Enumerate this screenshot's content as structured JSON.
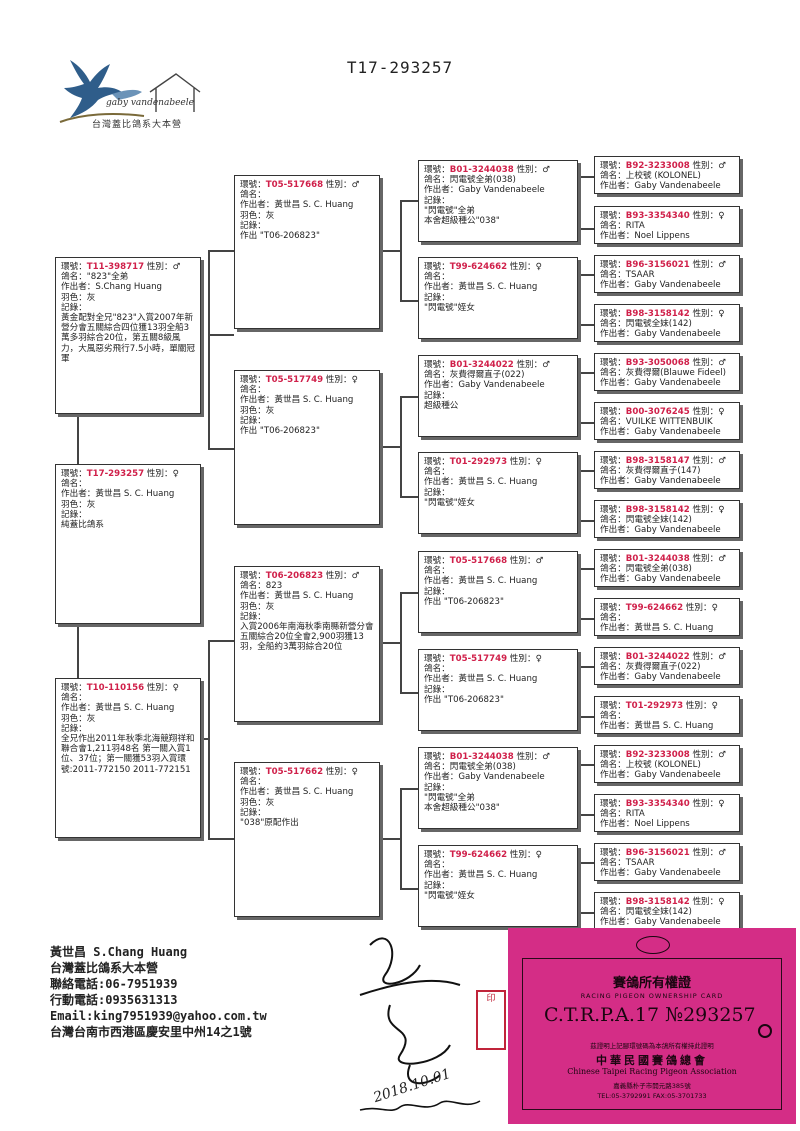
{
  "doc_title": "T17-293257",
  "logo": {
    "script": "gaby vandenabeele",
    "subtitle": "台灣蓋比鴿系大本營"
  },
  "boxes": {
    "g1a": {
      "lines": [
        {
          "p": "環號：",
          "r": "T11-398717",
          "s": " 性別：♂"
        },
        {
          "t": "鴿名：\"823\"全弟"
        },
        {
          "t": "作出者：S.Chang Huang"
        },
        {
          "t": "羽色：灰"
        },
        {
          "t": "記錄："
        },
        {
          "t": "黃金配對全兄\"823\"入賞2007年新營分會五關綜合四位獲13羽全船3萬多羽綜合20位，第五關8級風力，大風惡劣飛行7.5小時，單關冠軍",
          "w": true
        }
      ]
    },
    "g1b": {
      "lines": [
        {
          "p": "環號：",
          "r": "T17-293257",
          "s": " 性別：♀"
        },
        {
          "t": "鴿名："
        },
        {
          "t": "作出者：黃世昌 S. C. Huang"
        },
        {
          "t": "羽色：灰"
        },
        {
          "t": "記錄："
        },
        {
          "t": "純蓋比鴿系"
        }
      ]
    },
    "g1c": {
      "lines": [
        {
          "p": "環號：",
          "r": "T10-110156",
          "s": " 性別：♀"
        },
        {
          "t": "鴿名："
        },
        {
          "t": "作出者：黃世昌 S. C. Huang"
        },
        {
          "t": "羽色：灰"
        },
        {
          "t": "記錄："
        },
        {
          "t": "全兄作出2011年秋季北海競翔祥和聯合會1,211羽48名 第一關入賞1位、37位；第一關獲53羽入賞環號:2011-772150 2011-772151",
          "w": true
        }
      ]
    },
    "g2a": {
      "lines": [
        {
          "p": "環號：",
          "r": "T05-517668",
          "s": " 性別：♂"
        },
        {
          "t": "鴿名："
        },
        {
          "t": "作出者：黃世昌 S. C. Huang"
        },
        {
          "t": "羽色：灰"
        },
        {
          "t": "記錄："
        },
        {
          "t": "作出 \"T06-206823\""
        }
      ]
    },
    "g2b": {
      "lines": [
        {
          "p": "環號：",
          "r": "T05-517749",
          "s": " 性別：♀"
        },
        {
          "t": "鴿名："
        },
        {
          "t": "作出者：黃世昌 S. C. Huang"
        },
        {
          "t": "羽色：灰"
        },
        {
          "t": "記錄："
        },
        {
          "t": "作出 \"T06-206823\""
        }
      ]
    },
    "g2c": {
      "lines": [
        {
          "p": "環號：",
          "r": "T06-206823",
          "s": " 性別：♂"
        },
        {
          "t": "鴿名：823"
        },
        {
          "t": "作出者：黃世昌 S. C. Huang"
        },
        {
          "t": "羽色：灰"
        },
        {
          "t": "記錄："
        },
        {
          "t": "入賞2006年南海秋季南縣新營分會五關綜合20位全會2,900羽獲13羽，全船約3萬羽綜合20位",
          "w": true
        }
      ]
    },
    "g2d": {
      "lines": [
        {
          "p": "環號：",
          "r": "T05-517662",
          "s": " 性別：♀"
        },
        {
          "t": "鴿名："
        },
        {
          "t": "作出者：黃世昌 S. C. Huang"
        },
        {
          "t": "羽色：灰"
        },
        {
          "t": "記錄："
        },
        {
          "t": "\"038\"原配作出"
        }
      ]
    },
    "g3a": {
      "lines": [
        {
          "p": "環號：",
          "r": "B01-3244038",
          "s": " 性別：♂"
        },
        {
          "t": "鴿名：閃電號全弟(038)"
        },
        {
          "t": "作出者：Gaby Vandenabeele"
        },
        {
          "t": "記錄："
        },
        {
          "t": "\"閃電號\"全弟"
        },
        {
          "t": "本舍超級種公\"038\""
        }
      ]
    },
    "g3b": {
      "lines": [
        {
          "p": "環號：",
          "r": "T99-624662",
          "s": " 性別：♀"
        },
        {
          "t": "鴿名："
        },
        {
          "t": "作出者：黃世昌 S. C. Huang"
        },
        {
          "t": "記錄："
        },
        {
          "t": "\"閃電號\"姪女"
        }
      ]
    },
    "g3c": {
      "lines": [
        {
          "p": "環號：",
          "r": "B01-3244022",
          "s": " 性別：♂"
        },
        {
          "t": "鴿名：灰費得爾直子(022)"
        },
        {
          "t": "作出者：Gaby Vandenabeele"
        },
        {
          "t": "記錄："
        },
        {
          "t": "超級種公"
        }
      ]
    },
    "g3d": {
      "lines": [
        {
          "p": "環號：",
          "r": "T01-292973",
          "s": " 性別：♀"
        },
        {
          "t": "鴿名："
        },
        {
          "t": "作出者：黃世昌 S. C. Huang"
        },
        {
          "t": "記錄："
        },
        {
          "t": "\"閃電號\"姪女"
        }
      ]
    },
    "g3e": {
      "lines": [
        {
          "p": "環號：",
          "r": "T05-517668",
          "s": " 性別：♂"
        },
        {
          "t": "鴿名："
        },
        {
          "t": "作出者：黃世昌 S. C. Huang"
        },
        {
          "t": "記錄："
        },
        {
          "t": "作出 \"T06-206823\""
        }
      ]
    },
    "g3f": {
      "lines": [
        {
          "p": "環號：",
          "r": "T05-517749",
          "s": " 性別：♀"
        },
        {
          "t": "鴿名："
        },
        {
          "t": "作出者：黃世昌 S. C. Huang"
        },
        {
          "t": "記錄："
        },
        {
          "t": "作出 \"T06-206823\""
        }
      ]
    },
    "g3g": {
      "lines": [
        {
          "p": "環號：",
          "r": "B01-3244038",
          "s": " 性別：♂"
        },
        {
          "t": "鴿名：閃電號全弟(038)"
        },
        {
          "t": "作出者：Gaby Vandenabeele"
        },
        {
          "t": "記錄："
        },
        {
          "t": "\"閃電號\"全弟"
        },
        {
          "t": "本舍超級種公\"038\""
        }
      ]
    },
    "g3h": {
      "lines": [
        {
          "p": "環號：",
          "r": "T99-624662",
          "s": " 性別：♀"
        },
        {
          "t": "鴿名："
        },
        {
          "t": "作出者：黃世昌 S. C. Huang"
        },
        {
          "t": "記錄："
        },
        {
          "t": "\"閃電號\"姪女"
        }
      ]
    },
    "g4a": {
      "lines": [
        {
          "p": "環號：",
          "r": "B92-3233008",
          "s": " 性別：♂"
        },
        {
          "t": "鴿名：上校號 (KOLONEL)"
        },
        {
          "t": "作出者：Gaby Vandenabeele"
        }
      ]
    },
    "g4b": {
      "lines": [
        {
          "p": "環號：",
          "r": "B93-3354340",
          "s": " 性別：♀"
        },
        {
          "t": "鴿名：RITA"
        },
        {
          "t": "作出者：Noel Lippens"
        }
      ]
    },
    "g4c": {
      "lines": [
        {
          "p": "環號：",
          "r": "B96-3156021",
          "s": " 性別：♂"
        },
        {
          "t": "鴿名：TSAAR"
        },
        {
          "t": "作出者：Gaby Vandenabeele"
        }
      ]
    },
    "g4d": {
      "lines": [
        {
          "p": "環號：",
          "r": "B98-3158142",
          "s": " 性別：♀"
        },
        {
          "t": "鴿名：閃電號全妹(142)"
        },
        {
          "t": "作出者：Gaby Vandenabeele"
        }
      ]
    },
    "g4e": {
      "lines": [
        {
          "p": "環號：",
          "r": "B93-3050068",
          "s": " 性別：♂"
        },
        {
          "t": "鴿名：灰費得爾(Blauwe Fideel)"
        },
        {
          "t": "作出者：Gaby Vandenabeele"
        }
      ]
    },
    "g4f": {
      "lines": [
        {
          "p": "環號：",
          "r": "B00-3076245",
          "s": " 性別：♀"
        },
        {
          "t": "鴿名：VUILKE WITTENBUIK"
        },
        {
          "t": "作出者：Gaby Vandenabeele"
        }
      ]
    },
    "g4g": {
      "lines": [
        {
          "p": "環號：",
          "r": "B98-3158147",
          "s": " 性別：♂"
        },
        {
          "t": "鴿名：灰費得爾直子(147)"
        },
        {
          "t": "作出者：Gaby Vandenabeele"
        }
      ]
    },
    "g4h": {
      "lines": [
        {
          "p": "環號：",
          "r": "B98-3158142",
          "s": " 性別：♀"
        },
        {
          "t": "鴿名：閃電號全妹(142)"
        },
        {
          "t": "作出者：Gaby Vandenabeele"
        }
      ]
    },
    "g4i": {
      "lines": [
        {
          "p": "環號：",
          "r": "B01-3244038",
          "s": " 性別：♂"
        },
        {
          "t": "鴿名：閃電號全弟(038)"
        },
        {
          "t": "作出者：Gaby Vandenabeele"
        }
      ]
    },
    "g4j": {
      "lines": [
        {
          "p": "環號：",
          "r": "T99-624662",
          "s": " 性別：♀"
        },
        {
          "t": "鴿名："
        },
        {
          "t": "作出者：黃世昌 S. C. Huang"
        }
      ]
    },
    "g4k": {
      "lines": [
        {
          "p": "環號：",
          "r": "B01-3244022",
          "s": " 性別：♂"
        },
        {
          "t": "鴿名：灰費得爾直子(022)"
        },
        {
          "t": "作出者：Gaby Vandenabeele"
        }
      ]
    },
    "g4l": {
      "lines": [
        {
          "p": "環號：",
          "r": "T01-292973",
          "s": " 性別：♀"
        },
        {
          "t": "鴿名："
        },
        {
          "t": "作出者：黃世昌 S. C. Huang"
        }
      ]
    },
    "g4m": {
      "lines": [
        {
          "p": "環號：",
          "r": "B92-3233008",
          "s": " 性別：♂"
        },
        {
          "t": "鴿名：上校號 (KOLONEL)"
        },
        {
          "t": "作出者：Gaby Vandenabeele"
        }
      ]
    },
    "g4n": {
      "lines": [
        {
          "p": "環號：",
          "r": "B93-3354340",
          "s": " 性別：♀"
        },
        {
          "t": "鴿名：RITA"
        },
        {
          "t": "作出者：Noel Lippens"
        }
      ]
    },
    "g4o": {
      "lines": [
        {
          "p": "環號：",
          "r": "B96-3156021",
          "s": " 性別：♂"
        },
        {
          "t": "鴿名：TSAAR"
        },
        {
          "t": "作出者：Gaby Vandenabeele"
        }
      ]
    },
    "g4p": {
      "lines": [
        {
          "p": "環號：",
          "r": "B98-3158142",
          "s": " 性別：♀"
        },
        {
          "t": "鴿名：閃電號全妹(142)"
        },
        {
          "t": "作出者：Gaby Vandenabeele"
        }
      ]
    }
  },
  "footer": {
    "name": "黃世昌 S.Chang Huang",
    "org": "台灣蓋比鴿系大本營",
    "phone": "聯絡電話:06-7951939",
    "mobile": "行動電話:0935631313",
    "email": "Email:king7951939@yahoo.com.tw",
    "address": "台灣台南市西港區慶安里中州14之1號"
  },
  "card": {
    "title": "賽鴿所有權證",
    "title_en": "RACING PIGEON OWNERSHIP CARD",
    "number": "C.T.R.P.A.17 №293257",
    "note": "茲證明上記腳環號碼為本鴿所有權持此證明",
    "org": "中華民國賽鴿總會",
    "org_en": "Chinese Taipei Racing Pigeon Association",
    "address": "嘉義縣朴子市開元路385號",
    "tel": "TEL:05-3792991   FAX:05-3701733"
  },
  "signature_date": "2018.10.01",
  "colors": {
    "ring_number": "#d0204a",
    "card": "#d42d86"
  }
}
